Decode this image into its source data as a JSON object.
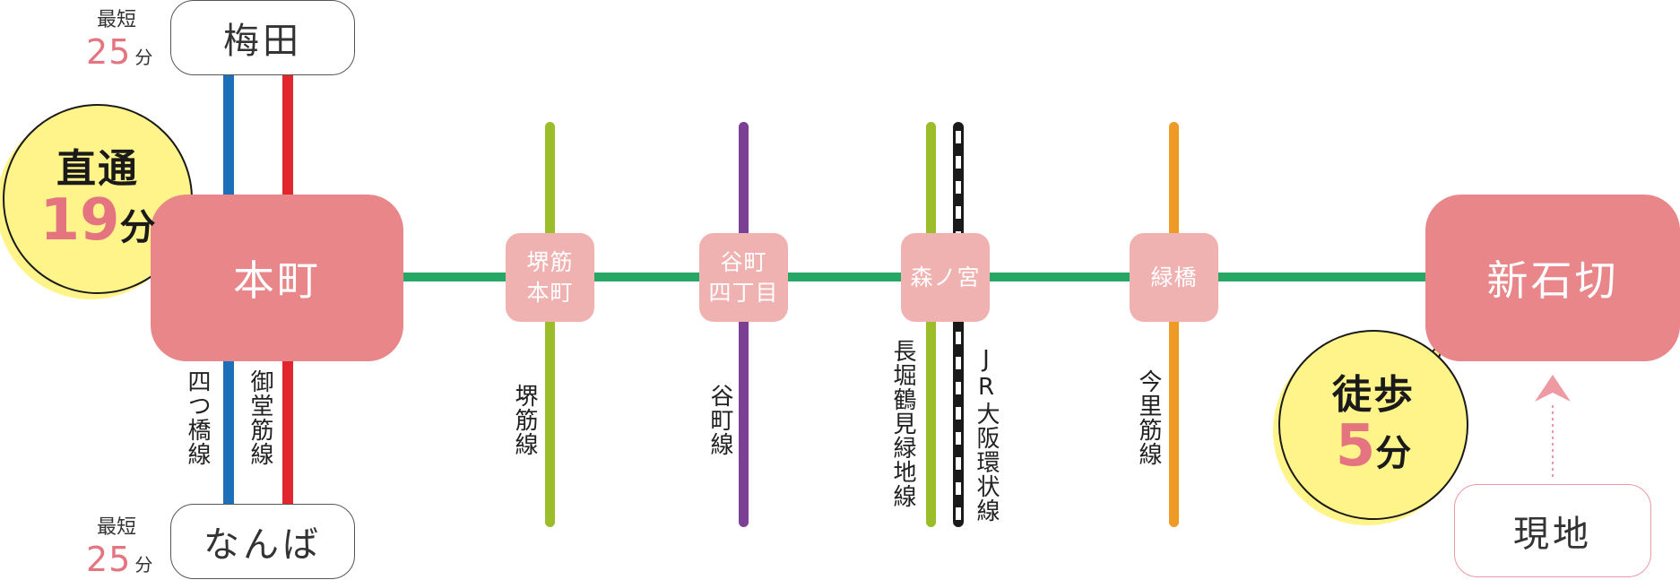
{
  "colors": {
    "chuo_line": "#27a766",
    "yotsubashi_line": "#1d6fb8",
    "midosuji_line": "#e2262d",
    "sakaisuji_line": "#9cbd2a",
    "tanimachi_line": "#7b3f93",
    "nagahori_line": "#9cbd2a",
    "jr_loop_line": "#1a1a1a",
    "imazatosuji_line": "#ee9a25",
    "major_station": "#e8868a",
    "minor_station": "#f0b1b1",
    "bubble": "#fff48a",
    "accent_number": "#e47580"
  },
  "terminals": {
    "umeda": "梅田",
    "namba": "なんば",
    "genchi": "現地"
  },
  "fastest_umeda": {
    "label": "最短",
    "number": "25",
    "unit": "分"
  },
  "fastest_namba": {
    "label": "最短",
    "number": "25",
    "unit": "分"
  },
  "stations": {
    "honmachi": "本町",
    "sakaisuji_honmachi": [
      "堺筋",
      "本町"
    ],
    "tanimachi_4chome": [
      "谷町",
      "四丁目"
    ],
    "morinomiya": "森ノ宮",
    "midoribashi": "緑橋",
    "shin_ishikiri": "新石切"
  },
  "lines": {
    "yotsubashi": "四つ橋線",
    "midosuji": "御堂筋線",
    "sakaisuji": "堺筋線",
    "tanimachi": "谷町線",
    "nagahori": "長堀鶴見緑地線",
    "jr_loop": "JR大阪環状線",
    "imazatosuji": "今里筋線"
  },
  "bubble_direct": {
    "title": "直通",
    "number": "19",
    "unit": "分"
  },
  "bubble_walk": {
    "title": "徒歩",
    "number": "5",
    "unit": "分"
  }
}
